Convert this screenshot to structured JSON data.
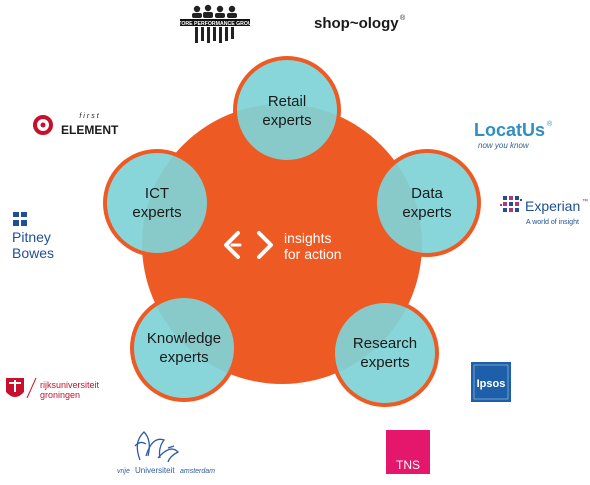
{
  "center": {
    "brand_line1": "insights",
    "brand_line2": "for action",
    "logo_icon": "chevrons-logo-icon",
    "fill_color": "#ee5a24"
  },
  "experts": [
    {
      "line1": "Retail",
      "line2": "experts"
    },
    {
      "line1": "Data",
      "line2": "experts"
    },
    {
      "line1": "Research",
      "line2": "experts"
    },
    {
      "line1": "Knowledge",
      "line2": "experts"
    },
    {
      "line1": "ICT",
      "line2": "experts"
    }
  ],
  "colors": {
    "satellite_fill": "#7fd3d6",
    "satellite_stroke": "#ee5a24",
    "text_dark": "#1a1a1a",
    "pitney_blue": "#1f4e9a",
    "locatus_blue": "#2f8fc3",
    "experian_blue": "#1d4f91",
    "experian_pink": "#b5357a",
    "ipsos_blue": "#1d5fa8",
    "tns_pink": "#e5176d",
    "rug_red": "#c8102e",
    "firstelement_red": "#c8102e",
    "vu_blue": "#2e5aa8"
  },
  "logos": {
    "store_performance": {
      "text": "STORE PERFORMANCE GROUP",
      "icon": "people-group-icon"
    },
    "shopology": {
      "text": "shop~ology",
      "mark": "®"
    },
    "first_element": {
      "small": "first",
      "big": "ELEMENT",
      "icon": "ring-icon"
    },
    "locatus": {
      "name": "LocatUs",
      "mark": "®",
      "tagline": "now you know"
    },
    "pitney_bowes": {
      "line1": "Pitney",
      "line2": "Bowes",
      "icon": "pitney-mark-icon"
    },
    "experian": {
      "name": "Experian",
      "mark": "™",
      "tagline": "A world of insight",
      "icon": "dot-grid-icon"
    },
    "rug": {
      "line1": "rijksuniversiteit",
      "line2": "groningen",
      "icon": "crest-icon"
    },
    "ipsos": {
      "name": "Ipsos"
    },
    "vu": {
      "line1": "vrije",
      "line2": "Universiteit",
      "line3": "amsterdam",
      "icon": "griffin-icon"
    },
    "tns": {
      "name": "TNS"
    }
  }
}
